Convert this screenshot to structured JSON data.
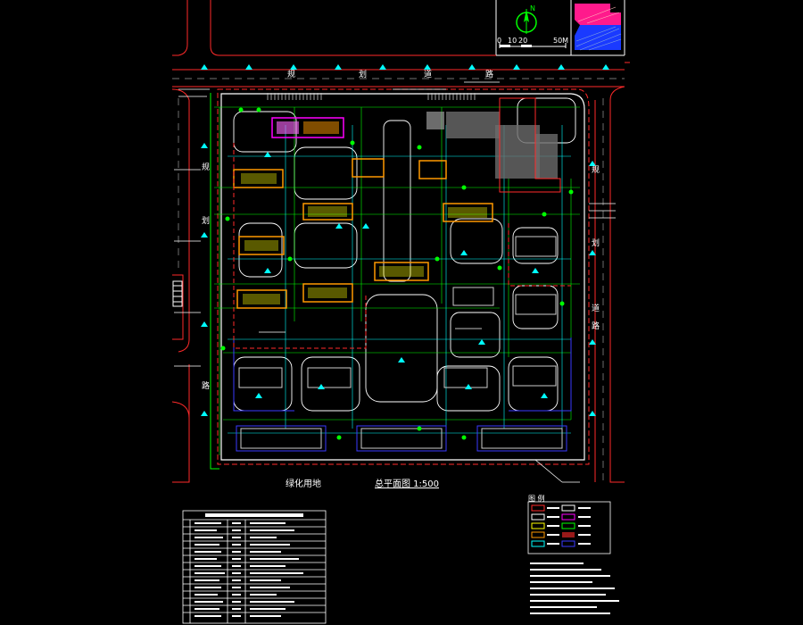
{
  "drawing": {
    "title": "总平面图 1:500",
    "green_area_label": "绿化用地"
  },
  "scale_bar": {
    "north_label": "N",
    "ticks": [
      "0",
      "10",
      "20",
      "50M"
    ]
  },
  "road_labels": {
    "north": [
      "规",
      "划",
      "道",
      "路"
    ],
    "east": [
      "规",
      "划",
      "道",
      "路"
    ],
    "west": [
      "规",
      "划",
      "路"
    ]
  },
  "legend": {
    "heading": "图 例"
  },
  "colors": {
    "background": "#000000",
    "road_red": "#ff2a2a",
    "boundary_white": "#ffffff",
    "green": "#00ff00",
    "cyan": "#00ffff",
    "yellow": "#ffff00",
    "orange": "#ff9900",
    "magenta": "#ff00ff",
    "blue": "#3a3aff",
    "grey": "#8a8a8a"
  }
}
